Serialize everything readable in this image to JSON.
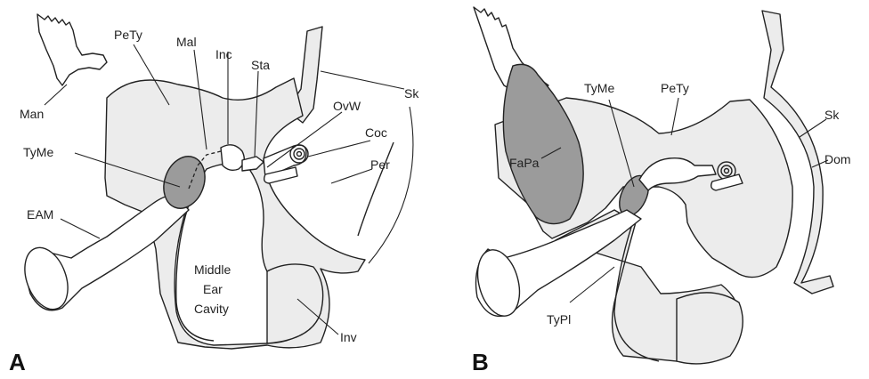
{
  "panel_a": {
    "letter": "A",
    "labels": {
      "man": "Man",
      "pety": "PeTy",
      "mal": "Mal",
      "inc": "Inc",
      "sta": "Sta",
      "sk": "Sk",
      "ovw": "OvW",
      "coc": "Coc",
      "tyme": "TyMe",
      "per": "Per",
      "eam": "EAM",
      "cavity_1": "Middle",
      "cavity_2": "Ear",
      "cavity_3": "Cavity",
      "inv": "Inv"
    }
  },
  "panel_b": {
    "letter": "B",
    "labels": {
      "tyme": "TyMe",
      "pety": "PeTy",
      "sk": "Sk",
      "fapa": "FaPa",
      "dom": "Dom",
      "typl": "TyPl"
    }
  },
  "colors": {
    "light_fill": "#ececec",
    "dark_fill": "#9b9b9b",
    "outline": "#222222"
  }
}
